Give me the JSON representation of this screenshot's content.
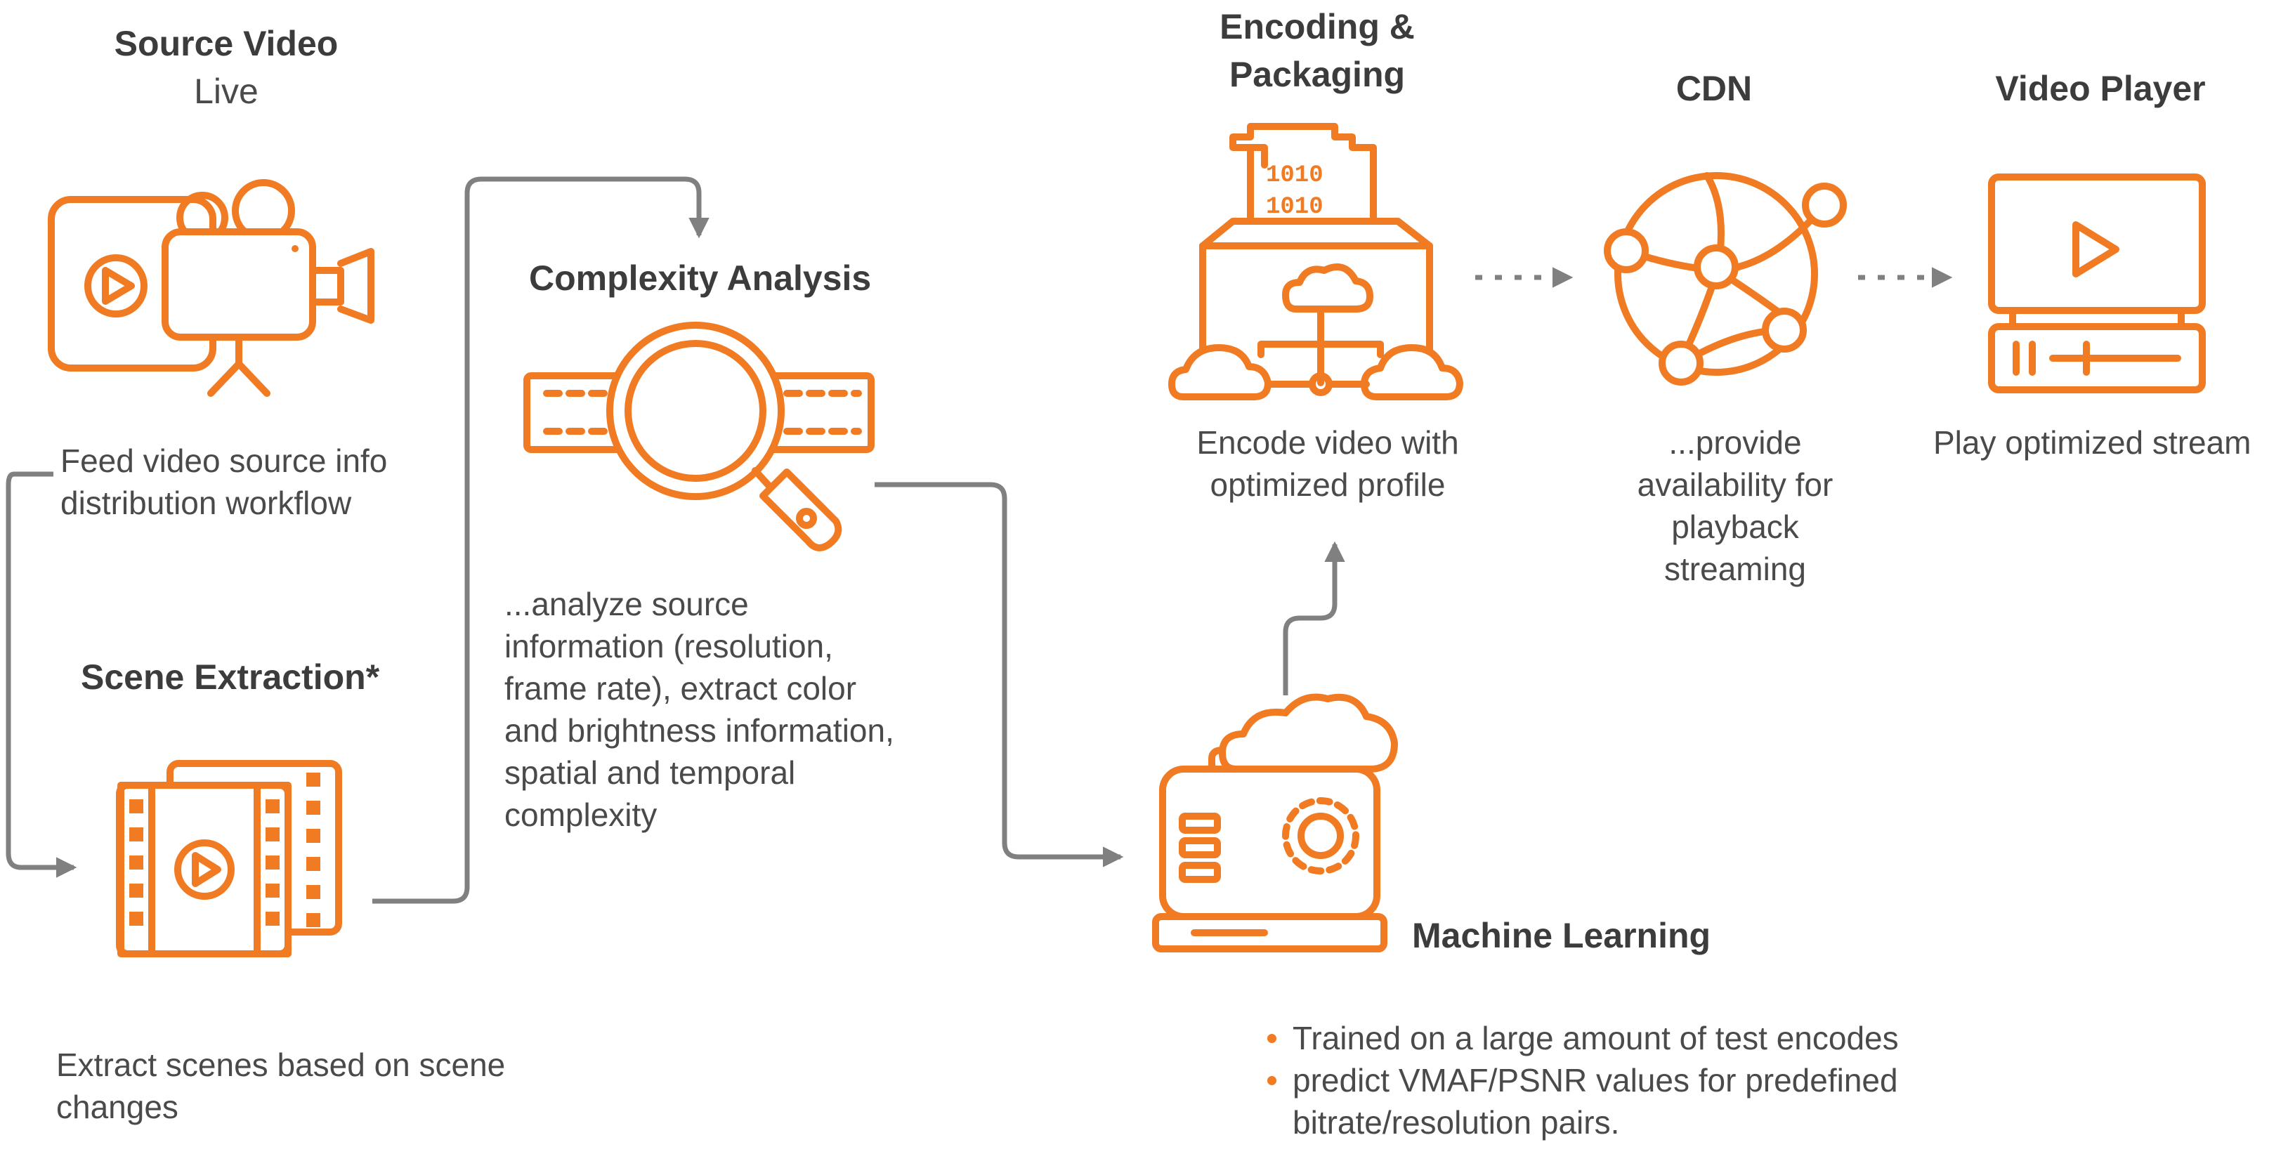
{
  "colors": {
    "accent": "#f07b23",
    "connector": "#808080",
    "heading": "#3c3c3c",
    "body": "#4a4a4a"
  },
  "source_video": {
    "title": "Source Video",
    "subtitle": "Live",
    "icon": "video-camera-icon",
    "description": [
      "Feed video source info",
      "distribution workflow"
    ]
  },
  "scene_extraction": {
    "title": "Scene Extraction*",
    "icon": "film-strip-icon",
    "description": [
      "Extract scenes based on scene",
      "changes"
    ]
  },
  "complexity_analysis": {
    "title": "Complexity Analysis",
    "icon": "magnifier-film-icon",
    "description": [
      "...analyze source",
      "information (resolution,",
      "frame rate), extract color",
      "and brightness information,",
      "spatial and temporal",
      "complexity"
    ]
  },
  "encoding_packaging": {
    "title": [
      "Encoding &",
      "Packaging"
    ],
    "icon": "cloud-encoding-box-icon",
    "description": [
      "Encode video with",
      "optimized profile"
    ]
  },
  "cdn": {
    "title": "CDN",
    "icon": "network-globe-icon",
    "description": [
      "...provide",
      "availability for",
      "playback",
      "streaming"
    ]
  },
  "video_player": {
    "title": "Video Player",
    "icon": "video-player-monitor-icon",
    "description": [
      "Play optimized stream"
    ]
  },
  "machine_learning": {
    "title": "Machine Learning",
    "icon": "cloud-gear-server-icon",
    "bullets": [
      "Trained on a large amount of test encodes",
      "predict VMAF/PSNR values for predefined",
      "bitrate/resolution pairs."
    ]
  }
}
